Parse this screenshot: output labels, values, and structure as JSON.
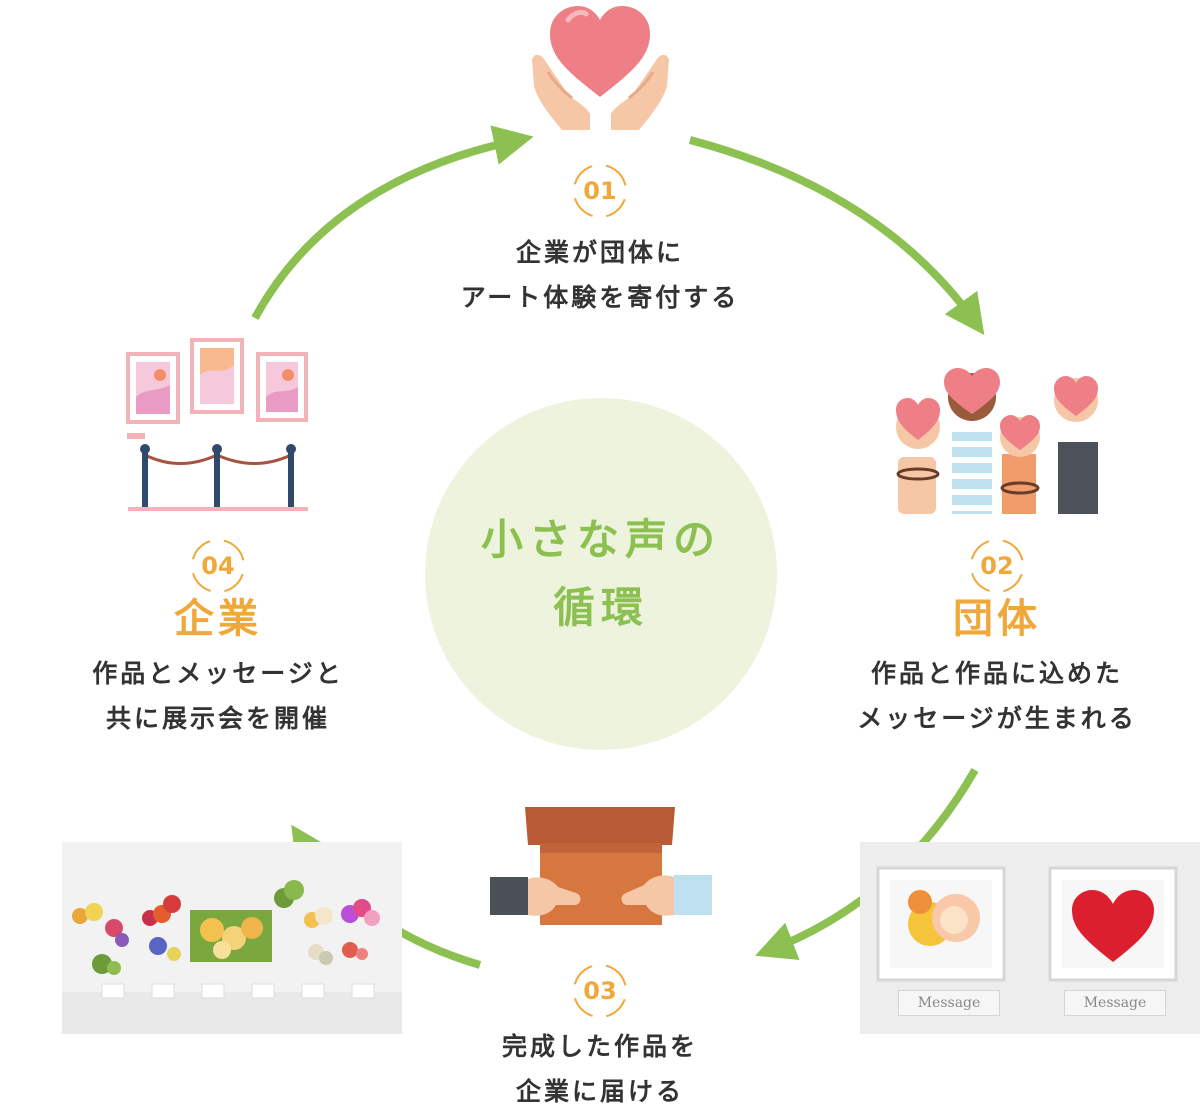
{
  "center": {
    "line1": "小さな声の",
    "line2": "循環"
  },
  "steps": [
    {
      "number": "01",
      "actor": "",
      "line1": "企業が団体に",
      "line2": "アート体験を寄付する"
    },
    {
      "number": "02",
      "actor": "団体",
      "line1": "作品と作品に込めた",
      "line2": "メッセージが生まれる"
    },
    {
      "number": "03",
      "actor": "",
      "line1": "完成した作品を",
      "line2": "企業に届ける"
    },
    {
      "number": "04",
      "actor": "企業",
      "line1": "作品とメッセージと",
      "line2": "共に展示会を開催"
    }
  ],
  "photo_frames": {
    "label_left": "Message",
    "label_right": "Message"
  },
  "colors": {
    "arrow": "#8cc152",
    "accent": "#f0a83a",
    "center_bg": "#eef3dd",
    "heart": "#ee7f86"
  },
  "icons": [
    "heart-in-hands-icon",
    "raised-hands-hearts-icon",
    "box-handover-icon",
    "gallery-exhibition-icon"
  ]
}
